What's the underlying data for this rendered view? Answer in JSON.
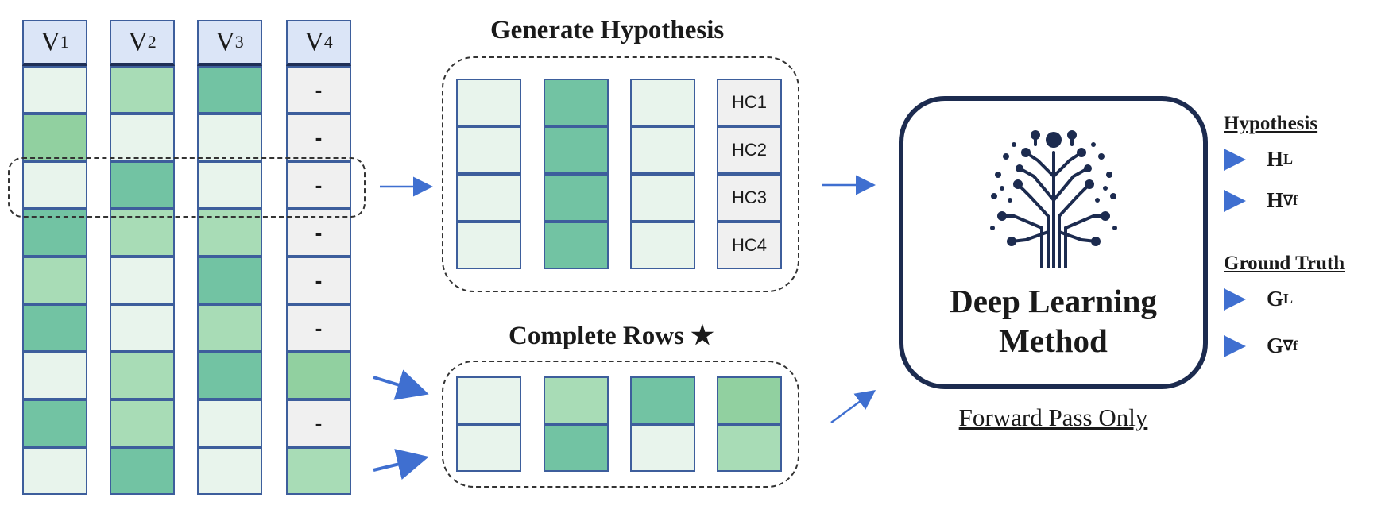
{
  "colors": {
    "light": "#e8f4ec",
    "pale": "#a8dcb6",
    "mid": "#91d0a0",
    "dark": "#72c3a3",
    "gray": "#f0f0f0",
    "border": "#3d5e9c",
    "arrow": "#3f6fd0",
    "brain": "#1c2b4f"
  },
  "table": {
    "columns": [
      {
        "var": "V",
        "sub": "1",
        "cells": [
          "light",
          "mid",
          "light",
          "dark",
          "pale",
          "dark",
          "light",
          "dark",
          "light"
        ]
      },
      {
        "var": "V",
        "sub": "2",
        "cells": [
          "pale",
          "light",
          "dark",
          "pale",
          "light",
          "light",
          "pale",
          "pale",
          "dark"
        ]
      },
      {
        "var": "V",
        "sub": "3",
        "cells": [
          "dark",
          "light",
          "light",
          "pale",
          "dark",
          "pale",
          "dark",
          "light",
          "light"
        ]
      },
      {
        "var": "V",
        "sub": "4",
        "cells": [
          "gray",
          "gray",
          "gray",
          "gray",
          "gray",
          "gray",
          "mid",
          "gray",
          "pale"
        ],
        "labels": [
          "-",
          "-",
          "-",
          "-",
          "-",
          "-",
          "",
          "-",
          ""
        ]
      }
    ]
  },
  "hypothesis": {
    "title": "Generate Hypothesis",
    "columns": [
      [
        "light",
        "light",
        "light",
        "light"
      ],
      [
        "dark",
        "dark",
        "dark",
        "dark"
      ],
      [
        "light",
        "light",
        "light",
        "light"
      ],
      [
        "gray",
        "gray",
        "gray",
        "gray"
      ]
    ],
    "labels": [
      "HC1",
      "HC2",
      "HC3",
      "HC4"
    ]
  },
  "complete": {
    "title": "Complete Rows ★",
    "columns": [
      [
        "light",
        "light"
      ],
      [
        "pale",
        "dark"
      ],
      [
        "dark",
        "light"
      ],
      [
        "mid",
        "pale"
      ]
    ]
  },
  "model": {
    "icon": "neural-tree-icon",
    "line1": "Deep Learning",
    "line2": "Method",
    "caption": "Forward Pass Only"
  },
  "legend": {
    "hyp_title": "Hypothesis",
    "hyp_items": [
      {
        "main": "H",
        "sub": "L"
      },
      {
        "main": "H",
        "sub": "∇f"
      }
    ],
    "gt_title": "Ground Truth",
    "gt_items": [
      {
        "main": "G",
        "sub": "L"
      },
      {
        "main": "G",
        "sub": "∇f"
      }
    ]
  }
}
